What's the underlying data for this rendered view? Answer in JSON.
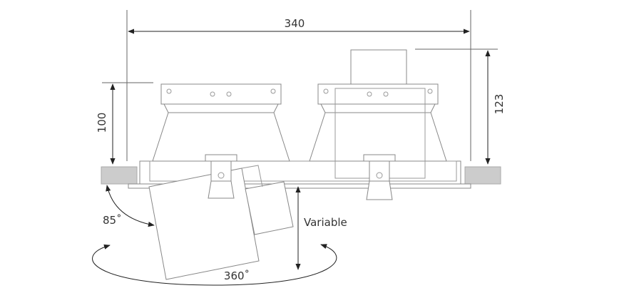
{
  "dimensions": {
    "width": "340",
    "left_height": "100",
    "right_height": "123",
    "tilt_angle": "85˚",
    "rotation": "360˚",
    "adjust": "Variable"
  }
}
